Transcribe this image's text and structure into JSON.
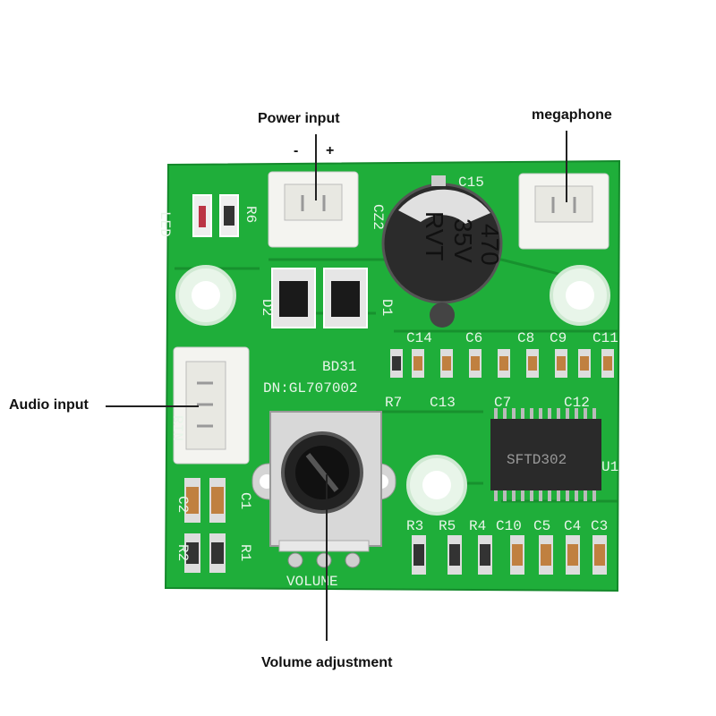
{
  "callouts": {
    "power_input": "Power input",
    "megaphone": "megaphone",
    "audio_input": "Audio input",
    "volume_adjustment": "Volume adjustment",
    "minus": "-",
    "plus": "+"
  },
  "silkscreen": {
    "led": "LED",
    "r6": "R6",
    "c15": "C15",
    "cz2": "CZ2",
    "d2": "D2",
    "d1": "D1",
    "model": "BD31",
    "dn": "DN:GL707002",
    "c14": "C14",
    "c6": "C6",
    "c8": "C8",
    "c9": "C9",
    "c11": "C11",
    "r7": "R7",
    "c13": "C13",
    "c7": "C7",
    "c12": "C12",
    "u1": "U1",
    "c2": "C2",
    "c1": "C1",
    "r2": "R2",
    "r1": "R1",
    "r3": "R3",
    "r5": "R5",
    "r4": "R4",
    "c10": "C10",
    "c5": "C5",
    "c4": "C4",
    "c3": "C3",
    "volume": "VOLUME",
    "rin": "RIN"
  },
  "components": {
    "capacitor_value": "470",
    "capacitor_voltage": "35V",
    "capacitor_series": "RVT",
    "ic_marking": "SFTD302"
  },
  "colors": {
    "pcb": "#1fae3a",
    "pcb_dark": "#168a2c",
    "silk": "#e8f5e9",
    "connector": "#f4f4f0"
  }
}
